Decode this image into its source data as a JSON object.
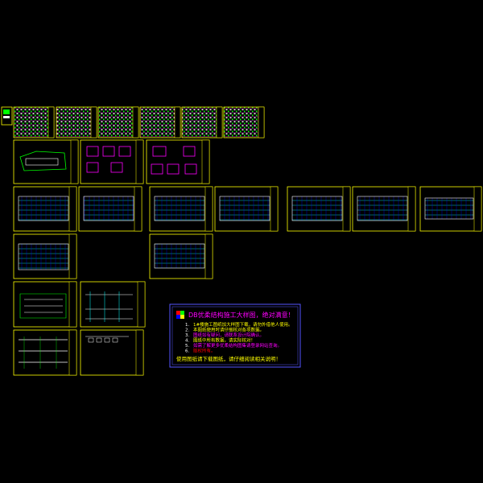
{
  "canvas": {
    "background": "#000000",
    "frame_color": "#ffff00",
    "line_color": "#ffffff",
    "accent_colors": [
      "#00ff00",
      "#00ffff",
      "#ff00ff",
      "#ff0000",
      "#0000ff"
    ]
  },
  "notice": {
    "icon": "colorful-logo-icon",
    "title": "DB优柔结构施工大样图，绝对满意！",
    "items": [
      {
        "num": "1.",
        "text": "1#楼施工图纸加大样图下载，请勿外借他人使用。",
        "color": "#ffff00"
      },
      {
        "num": "2.",
        "text": "本图纸使用时请仔细核对各项数据。",
        "color": "#ffff00"
      },
      {
        "num": "3.",
        "text": "图纸如有疑问，请联系设计院确认。",
        "color": "#ff00ff"
      },
      {
        "num": "4.",
        "text": "图纸中所有数据，请实际核对！",
        "color": "#ffff00"
      },
      {
        "num": "5.",
        "text": "如需了解更多优柔结构图集请登录网站查询。",
        "color": "#ff00ff"
      },
      {
        "num": "6.",
        "text": "版权所有。",
        "color": "#ff0000"
      }
    ],
    "footer": "使用图纸请下载图纸，请仔细阅读相关说明！"
  }
}
